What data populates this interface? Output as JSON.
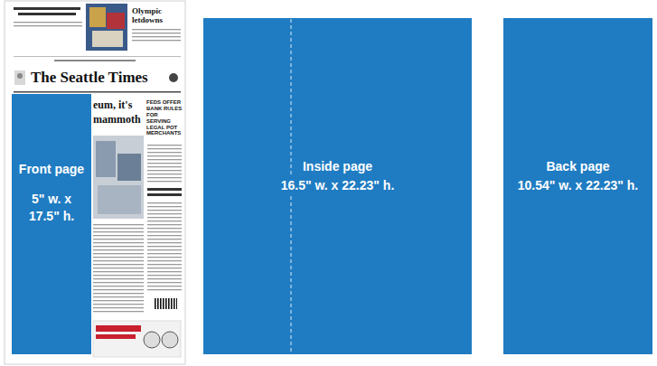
{
  "diagram": {
    "nodes": [
      {
        "text": [
          "Front page",
          "5\" w. x 17.5\" h."
        ]
      },
      {
        "text": [
          "Inside page",
          "16.5\" w. x 22.23\" h."
        ]
      },
      {
        "text": [
          "Back page",
          "10.54\" w. x 22.23\" h."
        ]
      }
    ],
    "labels": [
      "Olympic letdowns",
      "The Seattle Times",
      "eum, it's",
      "mammoth",
      "FEDS OFFER BANK RULES FOR SERVING LEGAL POT MERCHANTS"
    ]
  }
}
